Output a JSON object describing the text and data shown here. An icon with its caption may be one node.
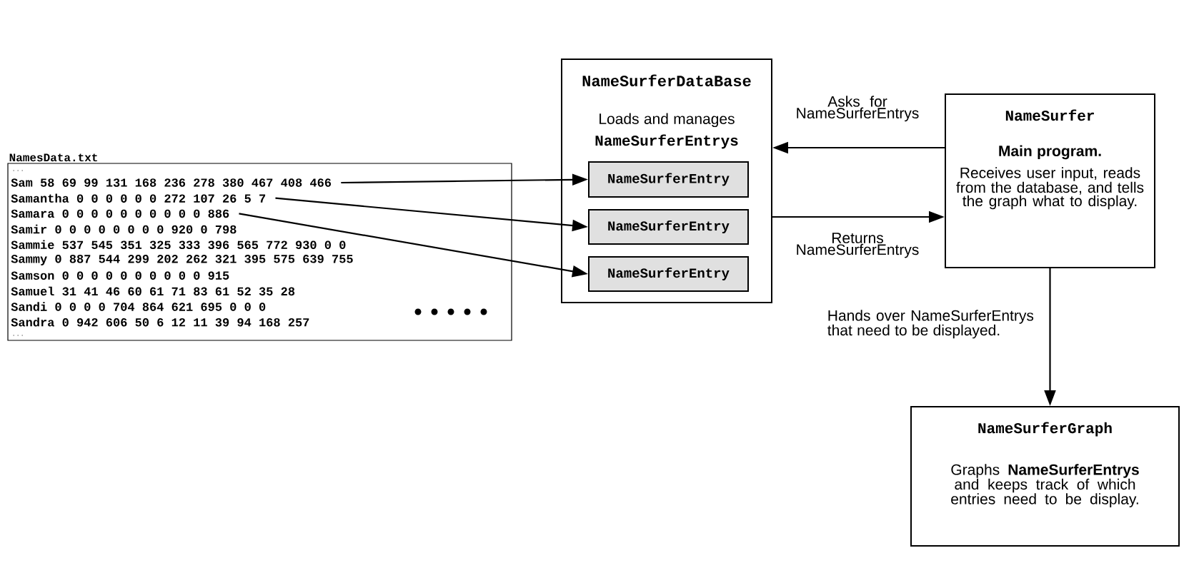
{
  "diagram": {
    "nodes": [
      {
        "text": [
          "NamesData.txt"
        ]
      },
      {
        "text": [
          "Sam 58 69 99 131 168 236 278 380 467 408 466"
        ],
        "in": 0
      },
      {
        "text": [
          "Samantha 0 0 0 0 0 0 272 107 26 5 7"
        ],
        "in": 0
      },
      {
        "text": [
          "Samara 0 0 0 0 0 0 0 0 0 0 886"
        ],
        "in": 0
      },
      {
        "text": [
          "Samir 0 0 0 0 0 0 0 0 920 0 798"
        ],
        "in": 0
      },
      {
        "text": [
          "Sammie 537 545 351 325 333 396 565 772 930 0 0"
        ],
        "in": 0
      },
      {
        "text": [
          "Sammy 0 887 544 299 202 262 321 395 575 639 755"
        ],
        "in": 0
      },
      {
        "text": [
          "Samson 0 0 0 0 0 0 0 0 0 0 915"
        ],
        "in": 0
      },
      {
        "text": [
          "Samuel 31 41 46 60 61 71 83 61 52 35 28"
        ],
        "in": 0
      },
      {
        "text": [
          "Sandi 0 0 0 0 704 864 621 695 0 0 0"
        ],
        "in": 0
      },
      {
        "text": [
          "Sandra 0 942 606 50 6 12 11 39 94 168 257"
        ],
        "in": 0
      },
      {
        "text": [
          "NameSurferDataBase",
          "Loads and manages",
          "NameSurferEntrys"
        ]
      },
      {
        "text": [
          "NameSurferEntry"
        ],
        "in": 11
      },
      {
        "text": [
          "NameSurferEntry"
        ],
        "in": 11
      },
      {
        "text": [
          "NameSurferEntry"
        ],
        "in": 11
      },
      {
        "text": [
          "NameSurfer",
          "Main program.",
          "Receives user input, reads from the database, and tells the graph what to display."
        ]
      },
      {
        "text": [
          "NameSurferGraph",
          "Graphs **NameSurferEntrys** and keeps track of which entries need to be display."
        ]
      }
    ],
    "edges": [
      {
        "from": 1,
        "to": 12,
        "arrow": "to"
      },
      {
        "from": 2,
        "to": 13,
        "arrow": "to"
      },
      {
        "from": 3,
        "to": 14,
        "arrow": "to"
      },
      {
        "from": 15,
        "to": 11,
        "arrow": "to",
        "label": "Asks for NameSurferEntrys"
      },
      {
        "from": 11,
        "to": 15,
        "arrow": "to",
        "label": "Returns NameSurferEntrys"
      },
      {
        "from": 15,
        "to": 16,
        "arrow": "to",
        "label": "Hands over NameSurferEntrys that need to be displayed."
      }
    ],
    "labels": [
      "...",
      "..."
    ]
  }
}
